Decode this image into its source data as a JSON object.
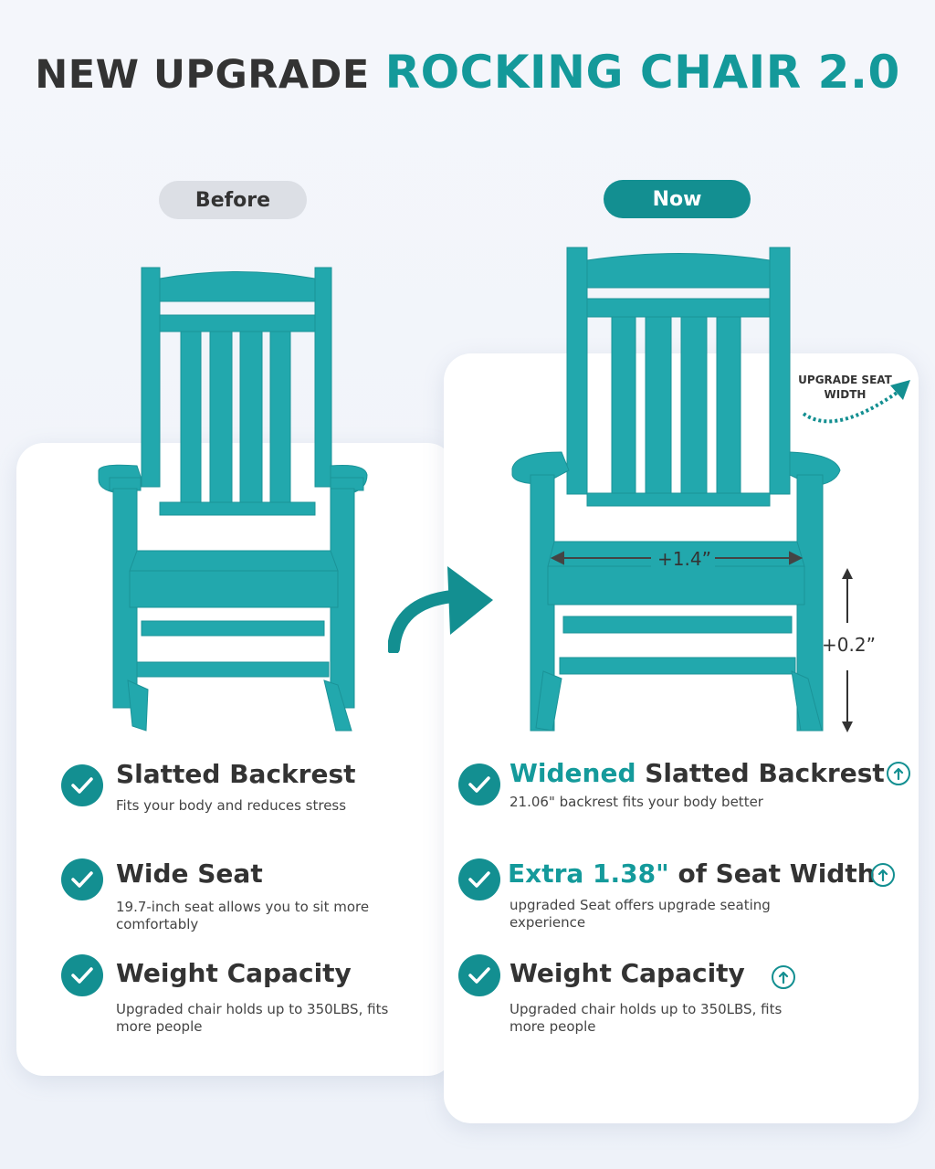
{
  "title": {
    "prefix": "NEW UPGRADE",
    "highlight": "ROCKING CHAIR 2.0"
  },
  "colors": {
    "accent": "#138f91",
    "chair": "#22a8ad",
    "text_dark": "#333333",
    "pill_gray": "#dcdfe5"
  },
  "before": {
    "label": "Before",
    "features": [
      {
        "title": "Slatted Backrest",
        "desc": "Fits your body and reduces stress",
        "icon": "check-icon"
      },
      {
        "title": "Wide Seat",
        "desc": "19.7-inch seat allows you to sit more comfortably",
        "icon": "check-icon"
      },
      {
        "title": "Weight Capacity",
        "desc": "Upgraded chair holds up to 350LBS, fits more people",
        "icon": "check-icon"
      }
    ]
  },
  "now": {
    "label": "Now",
    "upgrade_note": "UPGRADE SEAT WIDTH",
    "width_dimension": "+1.4”",
    "height_dimension": "+0.2”",
    "features": [
      {
        "title_highlight": "Widened",
        "title": "Slatted Backrest",
        "desc": "21.06\" backrest fits your body better",
        "icon": "check-icon",
        "badge_icon": "arrow-up-circle-icon"
      },
      {
        "title_highlight": "Extra 1.38\"",
        "title": "of Seat Width",
        "desc": "upgraded Seat offers upgrade seating experience",
        "icon": "check-icon",
        "badge_icon": "arrow-up-circle-icon"
      },
      {
        "title_highlight": "",
        "title": "Weight Capacity",
        "desc": "Upgraded chair holds up to 350LBS, fits more people",
        "icon": "check-icon",
        "badge_icon": "arrow-up-circle-icon"
      }
    ]
  }
}
